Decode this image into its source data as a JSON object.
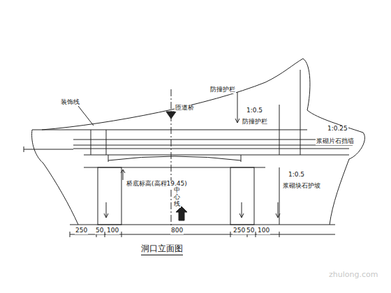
{
  "diagram": {
    "title": "洞口立面图",
    "labels": [
      "装饰线",
      "防撞护栏",
      "匝道桥",
      "1:0.5",
      "防撞护栏",
      "1:0.25",
      "浆砌片石挡墙",
      "1:0.5",
      "浆砌块石护坡",
      "桥底标高(高程19.45)",
      "中心线",
      "250",
      "50",
      "100",
      "800",
      "250",
      "50",
      "100",
      "zhulong.com"
    ]
  }
}
